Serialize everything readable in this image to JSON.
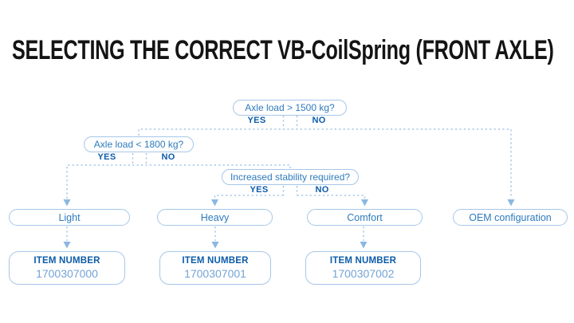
{
  "title": "SELECTING THE CORRECT VB-CoilSpring (FRONT AXLE)",
  "colors": {
    "connector": "#a6c7e8",
    "question_text": "#2e7bbd",
    "emphasis_text": "#0d5ca8",
    "item_number_text": "#74a3d6",
    "arrowhead": "#8bb7e2",
    "heading_text": "#141414",
    "background": "#ffffff",
    "box_background": "#ffffff"
  },
  "flowchart": {
    "decisions": [
      {
        "question": "Axle load > 1500 kg?",
        "yes_label": "YES",
        "no_label": "NO"
      },
      {
        "question": "Axle load < 1800 kg?",
        "yes_label": "YES",
        "no_label": "NO"
      },
      {
        "question": "Increased stability required?",
        "yes_label": "YES",
        "no_label": "NO"
      }
    ],
    "outcomes": [
      {
        "label": "Light",
        "item_number_label": "ITEM NUMBER",
        "item_number": "1700307000"
      },
      {
        "label": "Heavy",
        "item_number_label": "ITEM NUMBER",
        "item_number": "1700307001"
      },
      {
        "label": "Comfort",
        "item_number_label": "ITEM NUMBER",
        "item_number": "1700307002"
      },
      {
        "label": "OEM configuration"
      }
    ]
  }
}
